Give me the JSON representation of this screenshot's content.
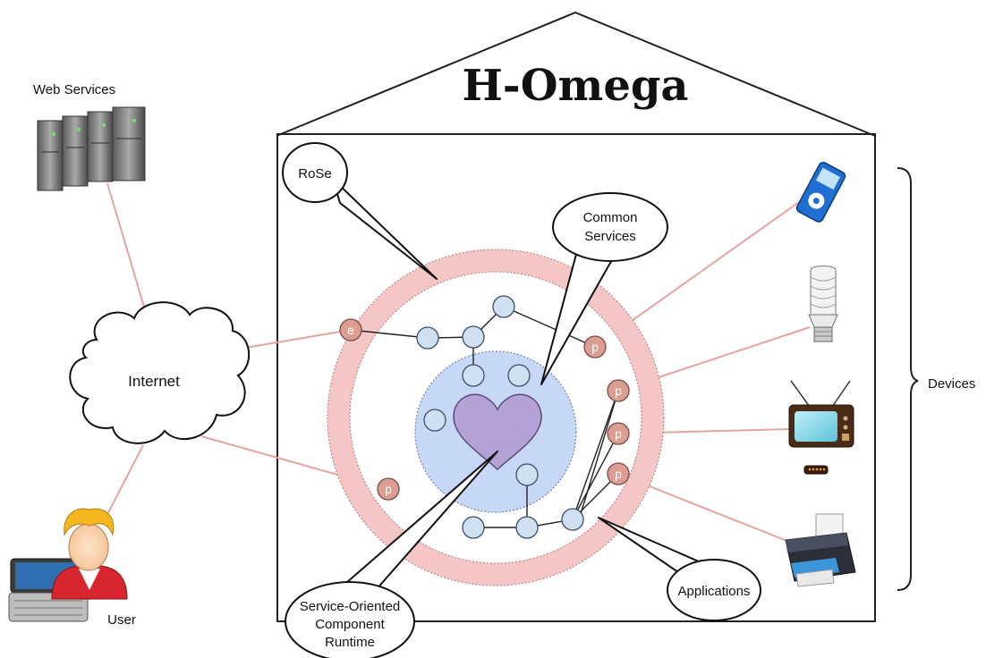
{
  "title": "H-Omega",
  "labels": {
    "web_services": "Web Services",
    "internet": "Internet",
    "user": "User",
    "devices": "Devices",
    "rose": "RoSe",
    "common_services": [
      "Common",
      "Services"
    ],
    "runtime": [
      "Service-Oriented",
      "Component",
      "Runtime"
    ],
    "applications": "Applications"
  },
  "ports": {
    "export": "e",
    "proxy": "p"
  },
  "colors": {
    "rose_ring": "#f4c7c6",
    "core_zone": "#c7d7f6",
    "heart": "#b4a2d6",
    "node": "#cfe0f3",
    "port": "#dc9d92",
    "link_line": "#e7a39f"
  },
  "icons": [
    "server-rack-icon",
    "cloud-icon",
    "user-avatar-icon",
    "laptop-icon",
    "mp3-player-icon",
    "light-bulb-icon",
    "tv-icon",
    "remote-control-icon",
    "printer-icon"
  ]
}
